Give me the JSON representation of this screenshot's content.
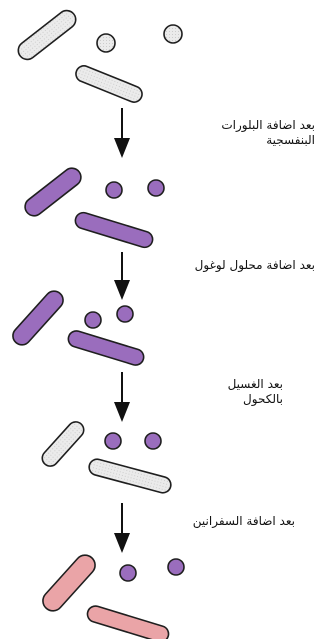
{
  "colors": {
    "unstained": "#ebebeb",
    "crystal_violet": "#9a6dbd",
    "safranin": "#eaa4a7",
    "outline": "#1f1f1f",
    "arrow": "#111111"
  },
  "stages": [
    {
      "name": "initial",
      "rod_fill": "unstained",
      "coccus_fill": "unstained"
    },
    {
      "name": "after-crystal-violet",
      "rod_fill": "crystal_violet",
      "coccus_fill": "crystal_violet"
    },
    {
      "name": "after-lugol-iodine",
      "rod_fill": "crystal_violet",
      "coccus_fill": "crystal_violet"
    },
    {
      "name": "after-alcohol-wash",
      "rod_fill": "unstained",
      "coccus_fill": "crystal_violet"
    },
    {
      "name": "after-safranin",
      "rod_fill": "safranin",
      "coccus_fill": "crystal_violet"
    }
  ],
  "steps": [
    {
      "line1": "بعد اضافة البلورات",
      "line2": "البنفسجية"
    },
    {
      "line1": "بعد اضافة محلول لوغول",
      "line2": ""
    },
    {
      "line1": "بعد الغسيل",
      "line2": "بالكحول"
    },
    {
      "line1": "بعد اضافة السفرانين",
      "line2": ""
    }
  ]
}
